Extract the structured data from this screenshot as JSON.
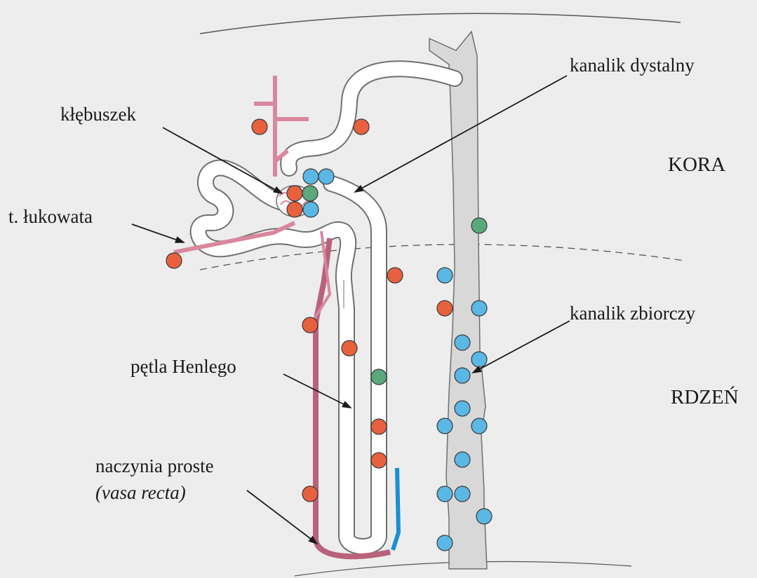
{
  "labels": {
    "glomerulus": "kłębuszek",
    "arcuate_artery": "t. łukowata",
    "distal_tubule": "kanalik dystalny",
    "collecting_duct": "kanalik zbiorczy",
    "loop_of_henle": "pętla Henlego",
    "vasa_recta": "naczynia proste",
    "vasa_recta_latin": "(vasa recta)"
  },
  "regions": {
    "cortex": "KORA",
    "medulla": "RDZEŃ"
  },
  "colors": {
    "background": "#ededed",
    "tubule_fill": "#ffffff",
    "tubule_outline": "#6f6f6f",
    "vessel_pink": "#d9879e",
    "vessel_dark_pink": "#b9627c",
    "vasa_blue": "#1a8fd6",
    "duct_fill": "#d8d8d8",
    "dot_red": "#e8613f",
    "dot_blue": "#5bb7e3",
    "dot_green": "#5aa87c",
    "arrow": "#1a1a1a"
  },
  "marker_types": [
    "red",
    "blue",
    "green"
  ]
}
